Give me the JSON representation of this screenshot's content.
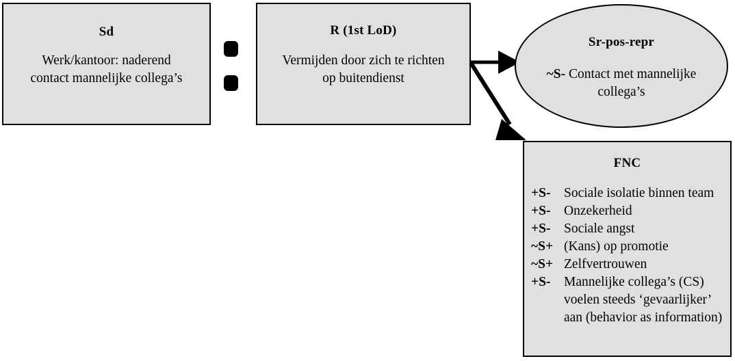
{
  "diagram": {
    "type": "functional-analysis-diagram",
    "fill_color": "#e0e0e0",
    "stroke_color": "#000000",
    "nodes": {
      "sd": {
        "title": "Sd",
        "body_line1": "Werk/kantoor: naderend",
        "body_line2": "contact mannelijke collega’s"
      },
      "r": {
        "title": "R (1st LoD)",
        "body_line1": "Vermijden door zich te richten",
        "body_line2": "op buitendienst"
      },
      "sr_pos_repr": {
        "title": "Sr-pos-repr",
        "marker": "~S-",
        "body_line1": "Contact met mannelijke",
        "body_line2": "collega’s"
      },
      "fnc": {
        "title": "FNC",
        "items": [
          {
            "marker": "+S-",
            "text": "Sociale isolatie binnen team"
          },
          {
            "marker": "+S-",
            "text": "Onzekerheid"
          },
          {
            "marker": "+S-",
            "text": "Sociale angst"
          },
          {
            "marker": "~S+",
            "text": "(Kans) op promotie"
          },
          {
            "marker": "~S+",
            "text": "Zelfvertrouwen"
          },
          {
            "marker": "+S-",
            "text": "Mannelijke collega’s (CS) voelen steeds ‘gevaar­lijker’ aan (behavior as information)"
          }
        ]
      }
    },
    "connectors": {
      "sd_to_r": {
        "kind": "double-square-dots",
        "count": 2
      },
      "r_to_sr": {
        "kind": "arrow",
        "direction": "right"
      },
      "r_to_fnc": {
        "kind": "arrow",
        "direction": "down-right"
      }
    }
  }
}
